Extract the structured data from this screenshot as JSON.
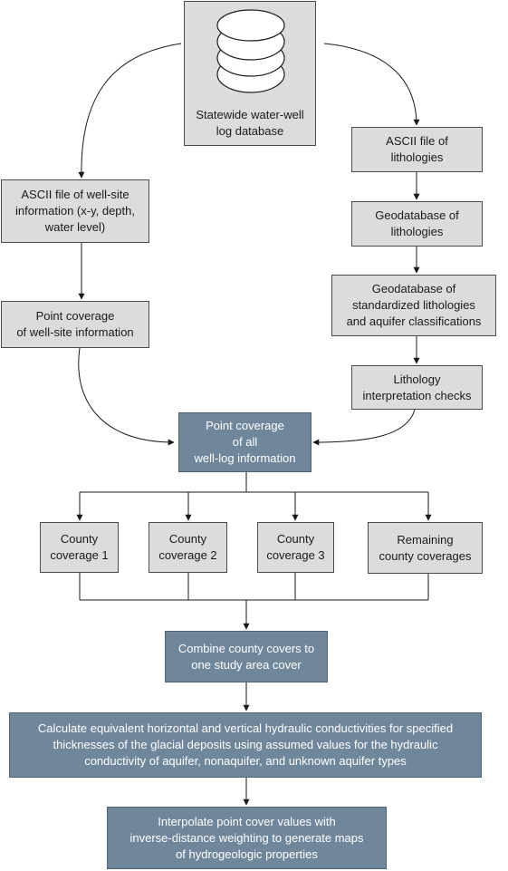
{
  "boxes": {
    "statewide_db": {
      "lines": [
        "Statewide water-well",
        "log database"
      ]
    },
    "ascii_lithologies": {
      "lines": [
        "ASCII file of",
        "lithologies"
      ]
    },
    "ascii_wellsite": {
      "lines": [
        "ASCII file of well-site",
        "information (x-y, depth,",
        "water level)"
      ]
    },
    "geodb_lithologies": {
      "lines": [
        "Geodatabase of",
        "lithologies"
      ]
    },
    "geodb_standardized": {
      "lines": [
        "Geodatabase of",
        "standardized lithologies",
        "and aquifer classifications"
      ]
    },
    "point_cov_wellsite": {
      "lines": [
        "Point coverage",
        "of well-site information"
      ]
    },
    "lith_checks": {
      "lines": [
        "Lithology",
        "interpretation checks"
      ]
    },
    "point_cov_all": {
      "lines": [
        "Point coverage",
        "of all",
        "well-log information"
      ]
    },
    "county1": {
      "lines": [
        "County",
        "coverage 1"
      ]
    },
    "county2": {
      "lines": [
        "County",
        "coverage 2"
      ]
    },
    "county3": {
      "lines": [
        "County",
        "coverage 3"
      ]
    },
    "remaining": {
      "lines": [
        "Remaining",
        "county coverages"
      ]
    },
    "combine": {
      "lines": [
        "Combine county covers to",
        "one study area cover"
      ]
    },
    "calculate": {
      "lines": [
        "Calculate equivalent horizontal and vertical hydraulic conductivities for specified",
        "thicknesses of the glacial deposits using assumed values for the hydraulic",
        "conductivity of aquifer, nonaquifer, and unknown aquifer types"
      ]
    },
    "interpolate": {
      "lines": [
        "Interpolate point cover values with",
        "inverse-distance weighting to generate maps",
        "of hydrogeologic properties"
      ]
    }
  },
  "colors": {
    "light_box": "#dcdcdc",
    "dark_box": "#6f869b",
    "line": "#1a1a1a"
  }
}
